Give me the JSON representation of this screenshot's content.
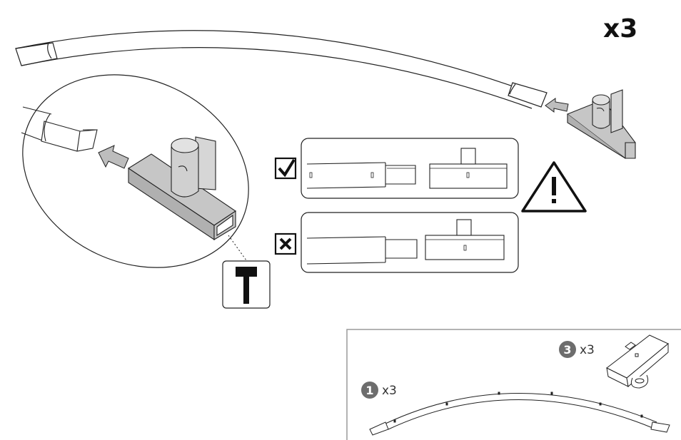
{
  "title_multiplier": "x3",
  "parts": [
    {
      "badge": "1",
      "count": "x3",
      "part": "curved-tube"
    },
    {
      "badge": "3",
      "count": "x3",
      "part": "t-connector"
    }
  ],
  "colors": {
    "line": "#222222",
    "tube_fill": "#ffffff",
    "connector_fill": "#c6c6c6",
    "arrow_fill": "#bdbdbd",
    "badge_fill": "#6d6d6d",
    "panel_border": "#9a9a9a"
  },
  "icons": [
    "checkmark-box-icon",
    "cross-box-icon",
    "warning-triangle-icon",
    "mallet-icon",
    "direction-arrow-icon"
  ]
}
